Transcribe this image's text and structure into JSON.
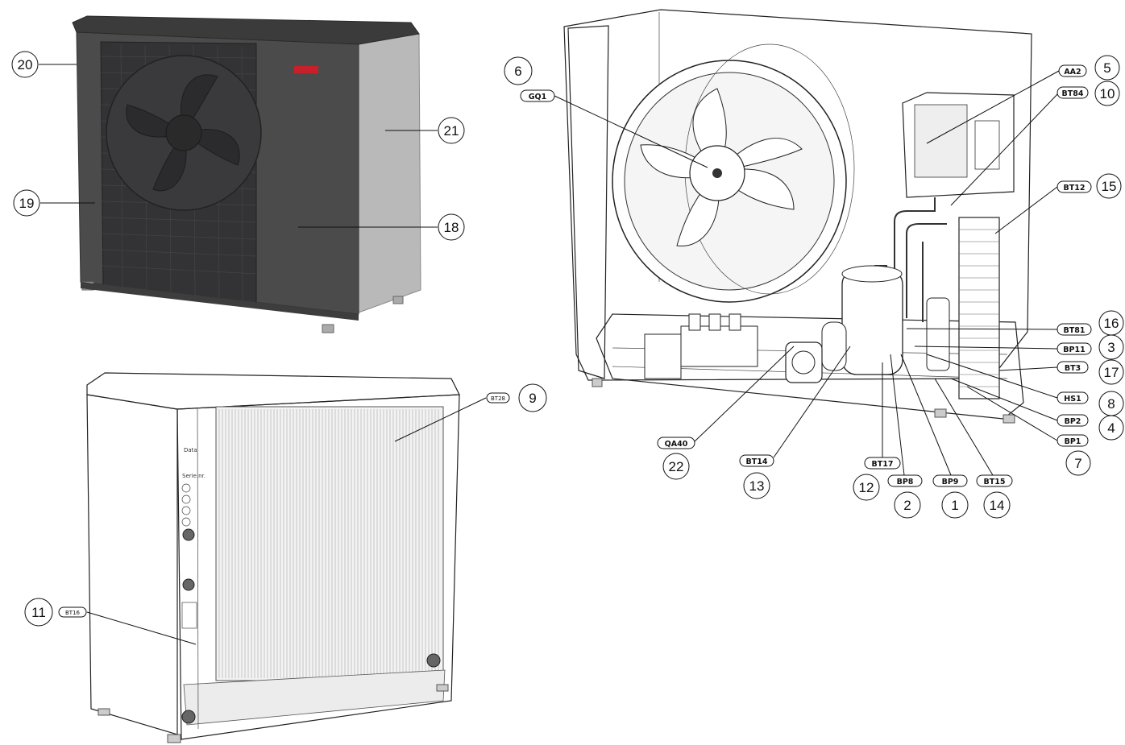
{
  "labels": {
    "n1": "1",
    "n2": "2",
    "n3": "3",
    "n4": "4",
    "n5": "5",
    "n6": "6",
    "n7": "7",
    "n8": "8",
    "n9": "9",
    "n10": "10",
    "n11": "11",
    "n12": "12",
    "n13": "13",
    "n14": "14",
    "n15": "15",
    "n16": "16",
    "n17": "17",
    "n18": "18",
    "n19": "19",
    "n20": "20",
    "n21": "21",
    "n22": "22"
  },
  "tags": {
    "gq1": "GQ1",
    "aa2": "AA2",
    "bt84": "BT84",
    "bt12": "BT12",
    "bt81": "BT81",
    "bp11": "BP11",
    "bt3": "BT3",
    "hs1": "HS1",
    "bp2": "BP2",
    "bp1": "BP1",
    "qa40": "QA40",
    "bt14": "BT14",
    "bt17": "BT17",
    "bp8": "BP8",
    "bp9": "BP9",
    "bt15": "BT15",
    "bt28": "BT28",
    "bt16": "BT16"
  },
  "panel_text": {
    "data": "Data",
    "serie": "Serie.nr."
  },
  "colors": {
    "housing": "#4a4a4b",
    "side": "#b9b9b9",
    "brand": "#c8202a"
  }
}
